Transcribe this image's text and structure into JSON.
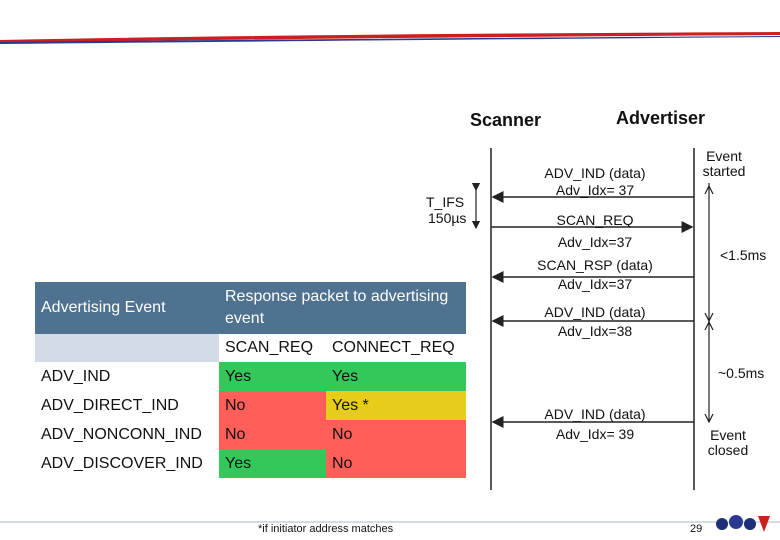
{
  "headers": {
    "scanner": "Scanner",
    "advertiser": "Advertiser"
  },
  "timing": {
    "t_ifs": "T_IFS",
    "t_ifs_value": "150µs"
  },
  "messages": [
    {
      "name": "ADV_IND (data)",
      "idx": "Adv_Idx= 37",
      "direction": "to-scanner"
    },
    {
      "name": "SCAN_REQ",
      "idx": "Adv_Idx=37",
      "direction": "to-advertiser"
    },
    {
      "name": "SCAN_RSP (data)",
      "idx": "Adv_Idx=37",
      "direction": "to-scanner"
    },
    {
      "name": "ADV_IND (data)",
      "idx": "Adv_Idx=38",
      "direction": "to-scanner"
    },
    {
      "name": "ADV_IND (data)",
      "idx": "Adv_Idx= 39",
      "direction": "to-scanner"
    }
  ],
  "annotations": {
    "event_started": "Event started",
    "event_closed": "Event closed",
    "lt_1_5ms": "<1.5ms",
    "approx_0_5ms": "~0.5ms"
  },
  "table": {
    "col1_header": "Advertising Event",
    "col2_header": "Response packet to advertising event",
    "sub_scan_req": "SCAN_REQ",
    "sub_connect_req": "CONNECT_REQ",
    "rows": [
      {
        "event": "ADV_IND",
        "scan_req": "Yes",
        "connect_req": "Yes",
        "scan_color": "#34c759",
        "connect_color": "#34c759"
      },
      {
        "event": "ADV_DIRECT_IND",
        "scan_req": "No",
        "connect_req": "Yes *",
        "scan_color": "#ff5f58",
        "connect_color": "#e8cc1a"
      },
      {
        "event": "ADV_NONCONN_IND",
        "scan_req": "No",
        "connect_req": "No",
        "scan_color": "#ff5f58",
        "connect_color": "#ff5f58"
      },
      {
        "event": "ADV_DISCOVER_IND",
        "scan_req": "Yes",
        "connect_req": "No",
        "scan_color": "#34c759",
        "connect_color": "#ff5f58"
      }
    ]
  },
  "footnote": "*if initiator address matches",
  "page_number": "29"
}
